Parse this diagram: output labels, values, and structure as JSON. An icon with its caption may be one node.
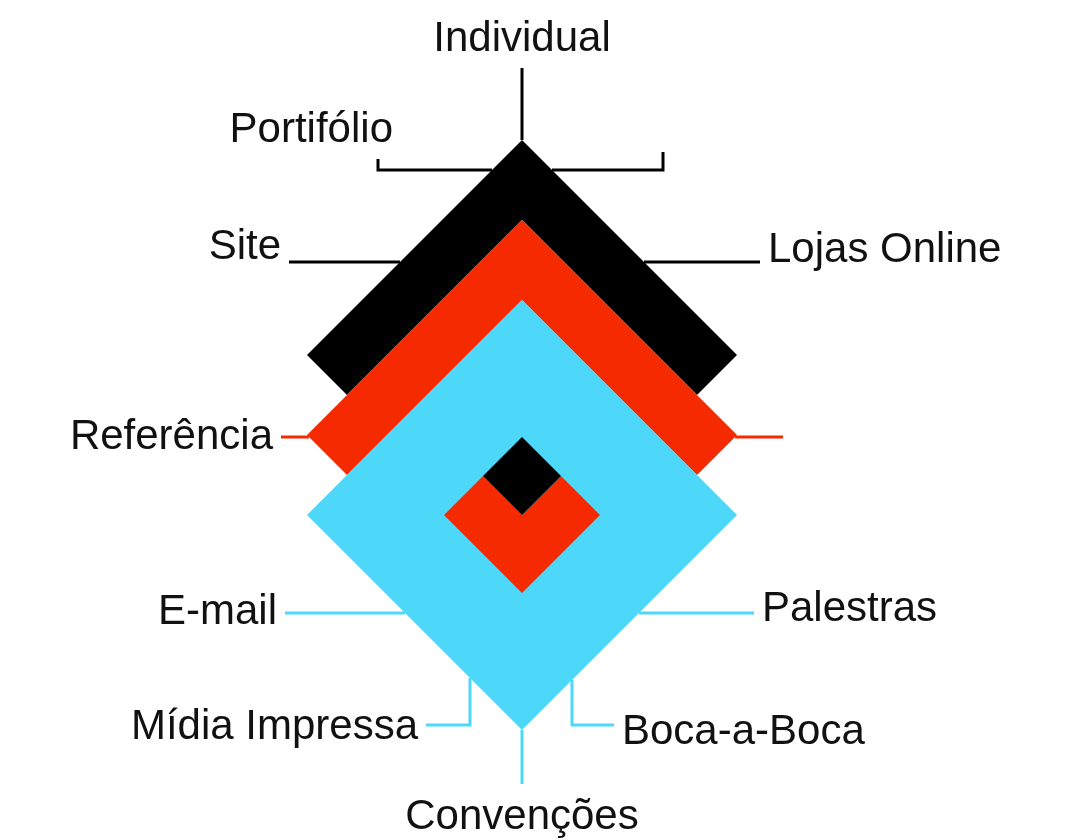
{
  "diagram": {
    "nodes": [
      {
        "text": [
          "Individual"
        ]
      },
      {
        "text": [
          "Portifólio"
        ]
      },
      {
        "text": [
          "Site"
        ]
      },
      {
        "text": [
          "Lojas Online"
        ]
      },
      {
        "text": [
          "Referência"
        ]
      },
      {
        "text": [
          "E-mail"
        ]
      },
      {
        "text": [
          "Palestras"
        ]
      },
      {
        "text": [
          "Mídia Impressa"
        ]
      },
      {
        "text": [
          "Boca-a-Boca"
        ]
      },
      {
        "text": [
          "Convenções"
        ]
      },
      {
        "text": [],
        "shape": "diamond"
      },
      {
        "text": [],
        "shape": "diamond"
      },
      {
        "text": [],
        "shape": "diamond"
      },
      {
        "text": [],
        "shape": "diamond",
        "in": 12
      },
      {
        "text": [],
        "shape": "diamond",
        "in": 12
      }
    ],
    "edges": [
      {
        "from": 0,
        "to": 10,
        "arrow": "none"
      },
      {
        "from": 1,
        "to": 10,
        "arrow": "none"
      },
      {
        "from": null,
        "to": 10,
        "arrow": "none"
      },
      {
        "from": 2,
        "to": 10,
        "arrow": "none"
      },
      {
        "from": 3,
        "to": 10,
        "arrow": "none"
      },
      {
        "from": 4,
        "to": 11,
        "arrow": "none",
        "color": "#f52a00"
      },
      {
        "from": null,
        "to": 11,
        "arrow": "none",
        "color": "#f52a00"
      },
      {
        "from": 5,
        "to": 12,
        "arrow": "none",
        "color": "#4dd8fa"
      },
      {
        "from": 6,
        "to": 12,
        "arrow": "none",
        "color": "#4dd8fa"
      },
      {
        "from": 7,
        "to": 12,
        "arrow": "none",
        "color": "#4dd8fa"
      },
      {
        "from": 8,
        "to": 12,
        "arrow": "none",
        "color": "#4dd8fa"
      },
      {
        "from": 9,
        "to": 12,
        "arrow": "none",
        "color": "#4dd8fa"
      }
    ]
  }
}
